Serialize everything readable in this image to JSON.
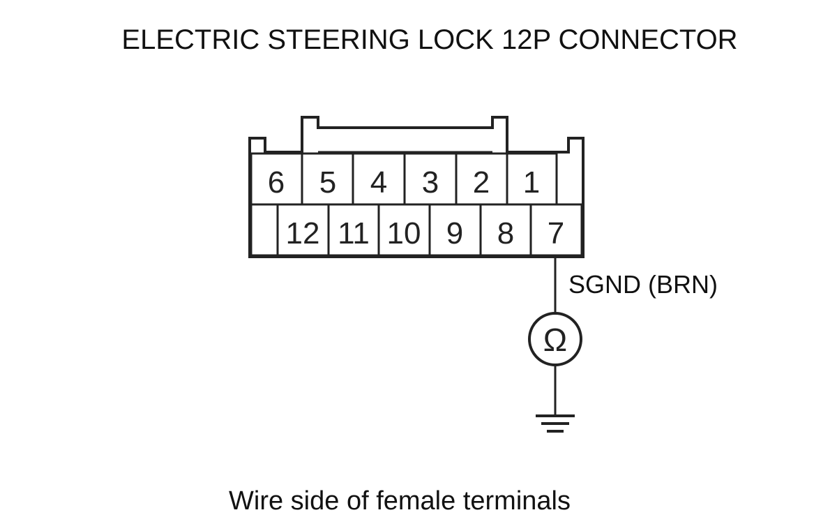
{
  "title": "ELECTRIC STEERING LOCK 12P CONNECTOR",
  "connector": {
    "top_row": [
      "6",
      "5",
      "4",
      "3",
      "2",
      "1"
    ],
    "bottom_row": [
      "12",
      "11",
      "10",
      "9",
      "8",
      "7"
    ]
  },
  "wire": {
    "terminal": "7",
    "label": "SGND (BRN)"
  },
  "meter": {
    "symbol": "Ω",
    "icon": "ohmmeter-icon"
  },
  "ground": {
    "icon": "ground-icon"
  },
  "caption": "Wire side of female terminals"
}
